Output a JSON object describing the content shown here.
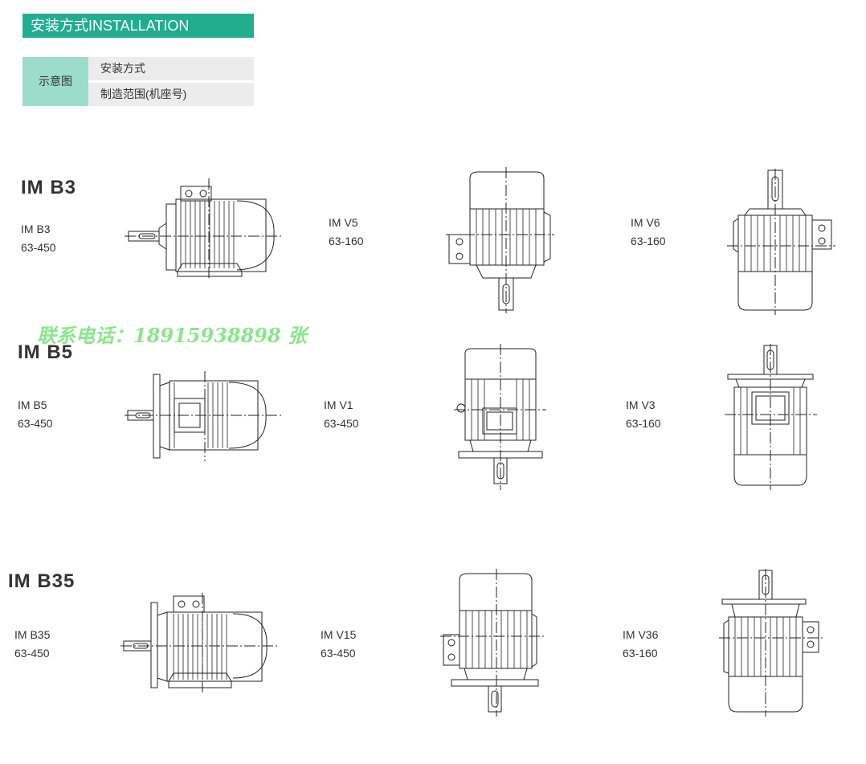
{
  "header": {
    "title": "安装方式INSTALLATION"
  },
  "legend": {
    "diagram_label": "示意图",
    "row1": "安装方式",
    "row2": "制造范围(机座号)"
  },
  "watermark": {
    "text": "联系电话：18915938898 张"
  },
  "rows": [
    {
      "heading": "IM B3",
      "items": [
        {
          "name": "IM B3",
          "range": "63-450"
        },
        {
          "name": "IM V5",
          "range": "63-160"
        },
        {
          "name": "IM V6",
          "range": "63-160"
        }
      ]
    },
    {
      "heading": "IM B5",
      "items": [
        {
          "name": "IM B5",
          "range": "63-450"
        },
        {
          "name": "IM V1",
          "range": "63-450"
        },
        {
          "name": "IM V3",
          "range": "63-160"
        }
      ]
    },
    {
      "heading": "IM B35",
      "items": [
        {
          "name": "IM B35",
          "range": "63-450"
        },
        {
          "name": "IM V15",
          "range": "63-450"
        },
        {
          "name": "IM V36",
          "range": "63-160"
        }
      ]
    }
  ]
}
